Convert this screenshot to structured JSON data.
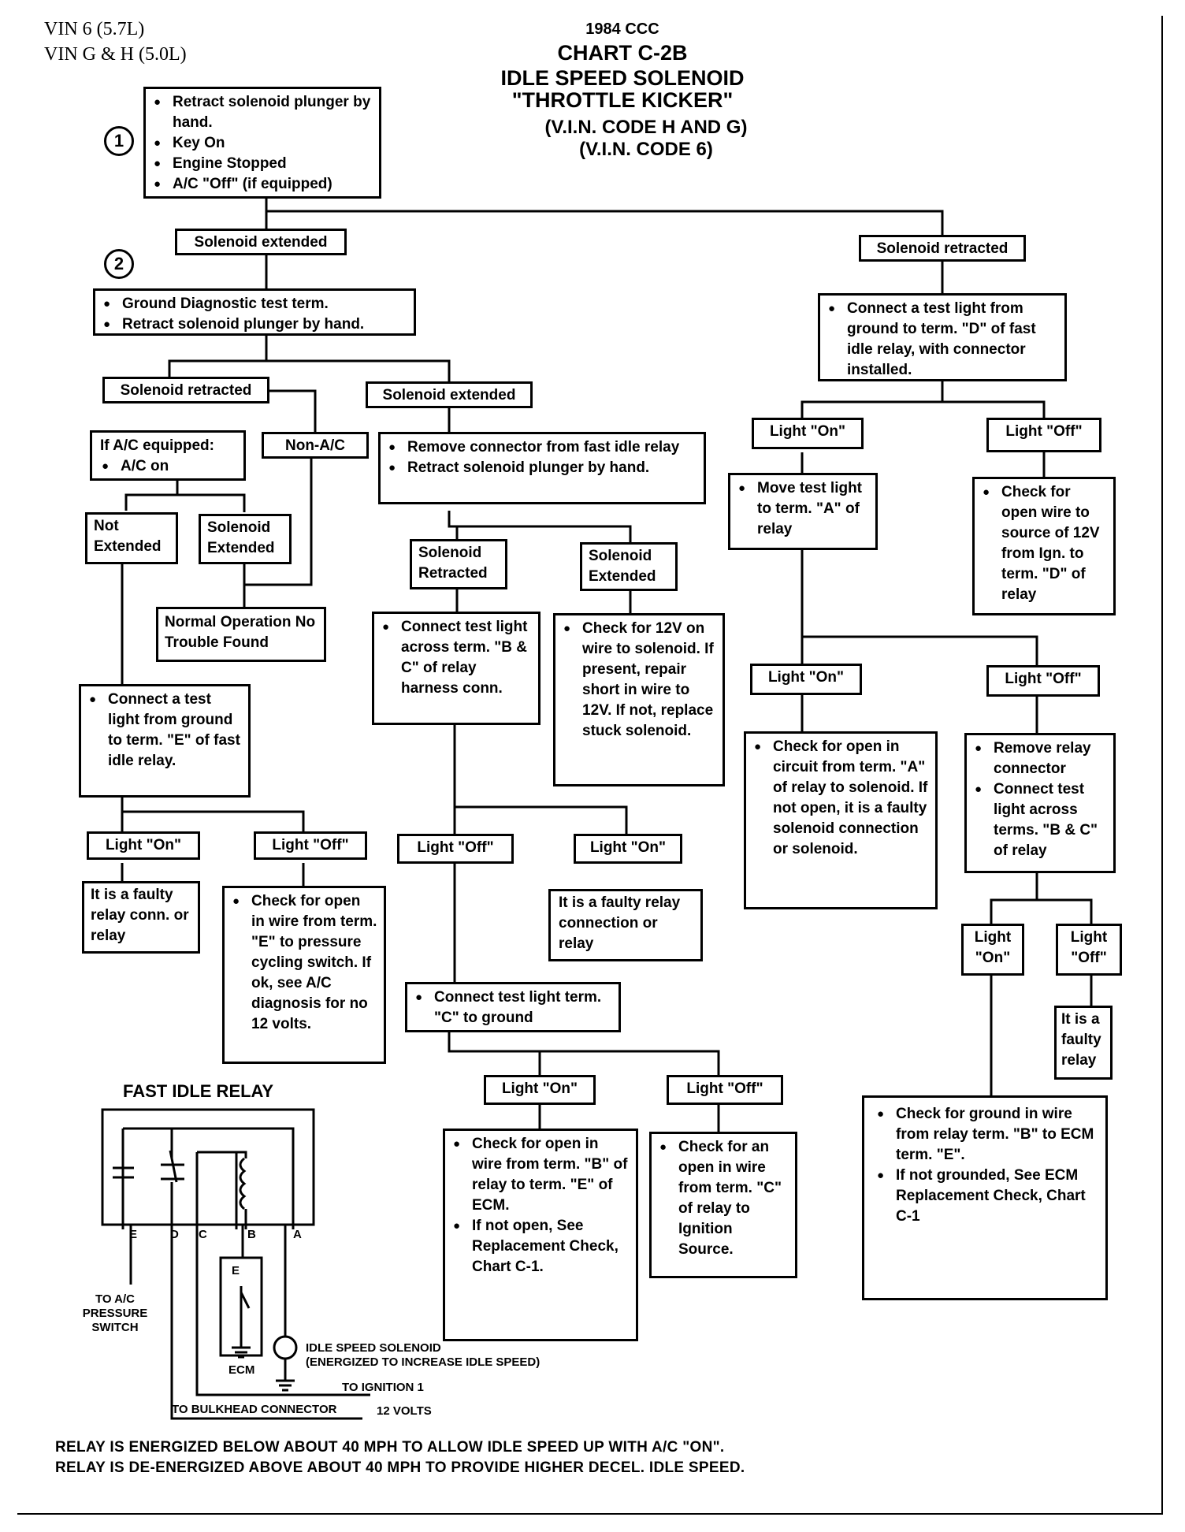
{
  "header": {
    "vin_line1": "VIN 6 (5.7L)",
    "vin_line2": "VIN G & H (5.0L)",
    "title_lines": [
      "1984 CCC",
      "CHART C-2B",
      "IDLE SPEED SOLENOID",
      "\"THROTTLE KICKER\"",
      "(V.I.N. CODE H AND G)",
      "(V.I.N. CODE 6)"
    ]
  },
  "steps": {
    "step1": "1",
    "step2": "2"
  },
  "boxes": {
    "start": [
      "Retract solenoid plunger by hand.",
      "Key On",
      "Engine Stopped",
      "A/C \"Off\" (if equipped)"
    ],
    "sol_extended_top": "Solenoid extended",
    "sol_retracted_top": "Solenoid retracted",
    "step2_box": [
      "Ground Diagnostic test term.",
      "Retract solenoid plunger by hand."
    ],
    "sol_retracted_2": "Solenoid retracted",
    "sol_extended_2": "Solenoid extended",
    "ac_equipped_title": "If A/C equipped:",
    "ac_equipped_item": "A/C on",
    "non_ac": "Non-A/C",
    "not_extended": "Not Extended",
    "sol_extended_3": "Solenoid Extended",
    "normal_operation": "Normal Operation No Trouble Found",
    "connect_e": "Connect a test light from ground to term. \"E\" of fast idle relay.",
    "light_on_e": "Light \"On\"",
    "light_off_e": "Light \"Off\"",
    "faulty_relay_conn": "It is a faulty relay conn. or relay",
    "check_open_e": "Check for open in wire from term. \"E\" to pressure cycling switch. If ok, see A/C diagnosis for no 12 volts.",
    "remove_connector": [
      "Remove connector from fast idle relay",
      "Retract solenoid plunger by hand."
    ],
    "sol_retracted_4": "Solenoid Retracted",
    "sol_extended_4": "Solenoid Extended",
    "connect_bc": "Connect test light across term. \"B & C\" of relay harness conn.",
    "check_12v": "Check for 12V on wire to solenoid. If present, repair short in wire to 12V. If not, replace stuck solenoid.",
    "light_off_bc": "Light \"Off\"",
    "light_on_bc": "Light \"On\"",
    "faulty_relay_connection": "It is a faulty relay connection or relay",
    "connect_c": "Connect test light term. \"C\" to ground",
    "light_on_c": "Light \"On\"",
    "light_off_c": "Light \"Off\"",
    "check_open_b": [
      "Check for open in wire from term. \"B\" of relay to term. \"E\" of ECM.",
      "If not open, See Replacement Check, Chart C-1."
    ],
    "check_open_c": "Check for an open in wire from term. \"C\" of relay to Ignition Source.",
    "connect_d": "Connect a test light from ground to term. \"D\" of fast idle relay, with connector installed.",
    "light_on_d": "Light \"On\"",
    "light_off_d": "Light \"Off\"",
    "move_test_light": "Move test light to term. \"A\" of relay",
    "check_open_source": "Check for open wire to source of 12V from Ign. to term. \"D\" of relay",
    "light_on_a": "Light \"On\"",
    "light_off_a": "Light \"Off\"",
    "check_open_circuit_a": "Check for open in circuit from term. \"A\" of relay to solenoid. If not open, it is a faulty solenoid connection or solenoid.",
    "remove_relay_connector": [
      "Remove relay connector",
      "Connect test light across terms. \"B & C\" of relay"
    ],
    "light_on_bc2": "Light \"On\"",
    "light_off_bc2": "Light \"Off\"",
    "faulty_relay": "It is a faulty relay",
    "check_ground_b": [
      "Check for ground in wire from relay term. \"B\" to ECM term. \"E\".",
      "If not grounded, See ECM Replacement Check, Chart C-1"
    ]
  },
  "relay_diagram": {
    "title": "FAST IDLE RELAY",
    "terminals": [
      "E",
      "D",
      "C",
      "B",
      "A"
    ],
    "ecm_term": "E",
    "ecm_label": "ECM",
    "to_ac_pressure": "TO A/C PRESSURE SWITCH",
    "solenoid_label": "IDLE SPEED SOLENOID",
    "solenoid_note": "(ENERGIZED TO INCREASE IDLE SPEED)",
    "to_ignition": "TO IGNITION 1",
    "to_bulkhead": "TO BULKHEAD CONNECTOR",
    "twelve_volts": "12 VOLTS"
  },
  "notes": {
    "line1": "RELAY IS ENERGIZED BELOW ABOUT 40 MPH TO ALLOW IDLE SPEED UP WITH A/C \"ON\".",
    "line2": "RELAY IS DE-ENERGIZED ABOVE ABOUT 40 MPH TO PROVIDE HIGHER DECEL. IDLE SPEED."
  }
}
